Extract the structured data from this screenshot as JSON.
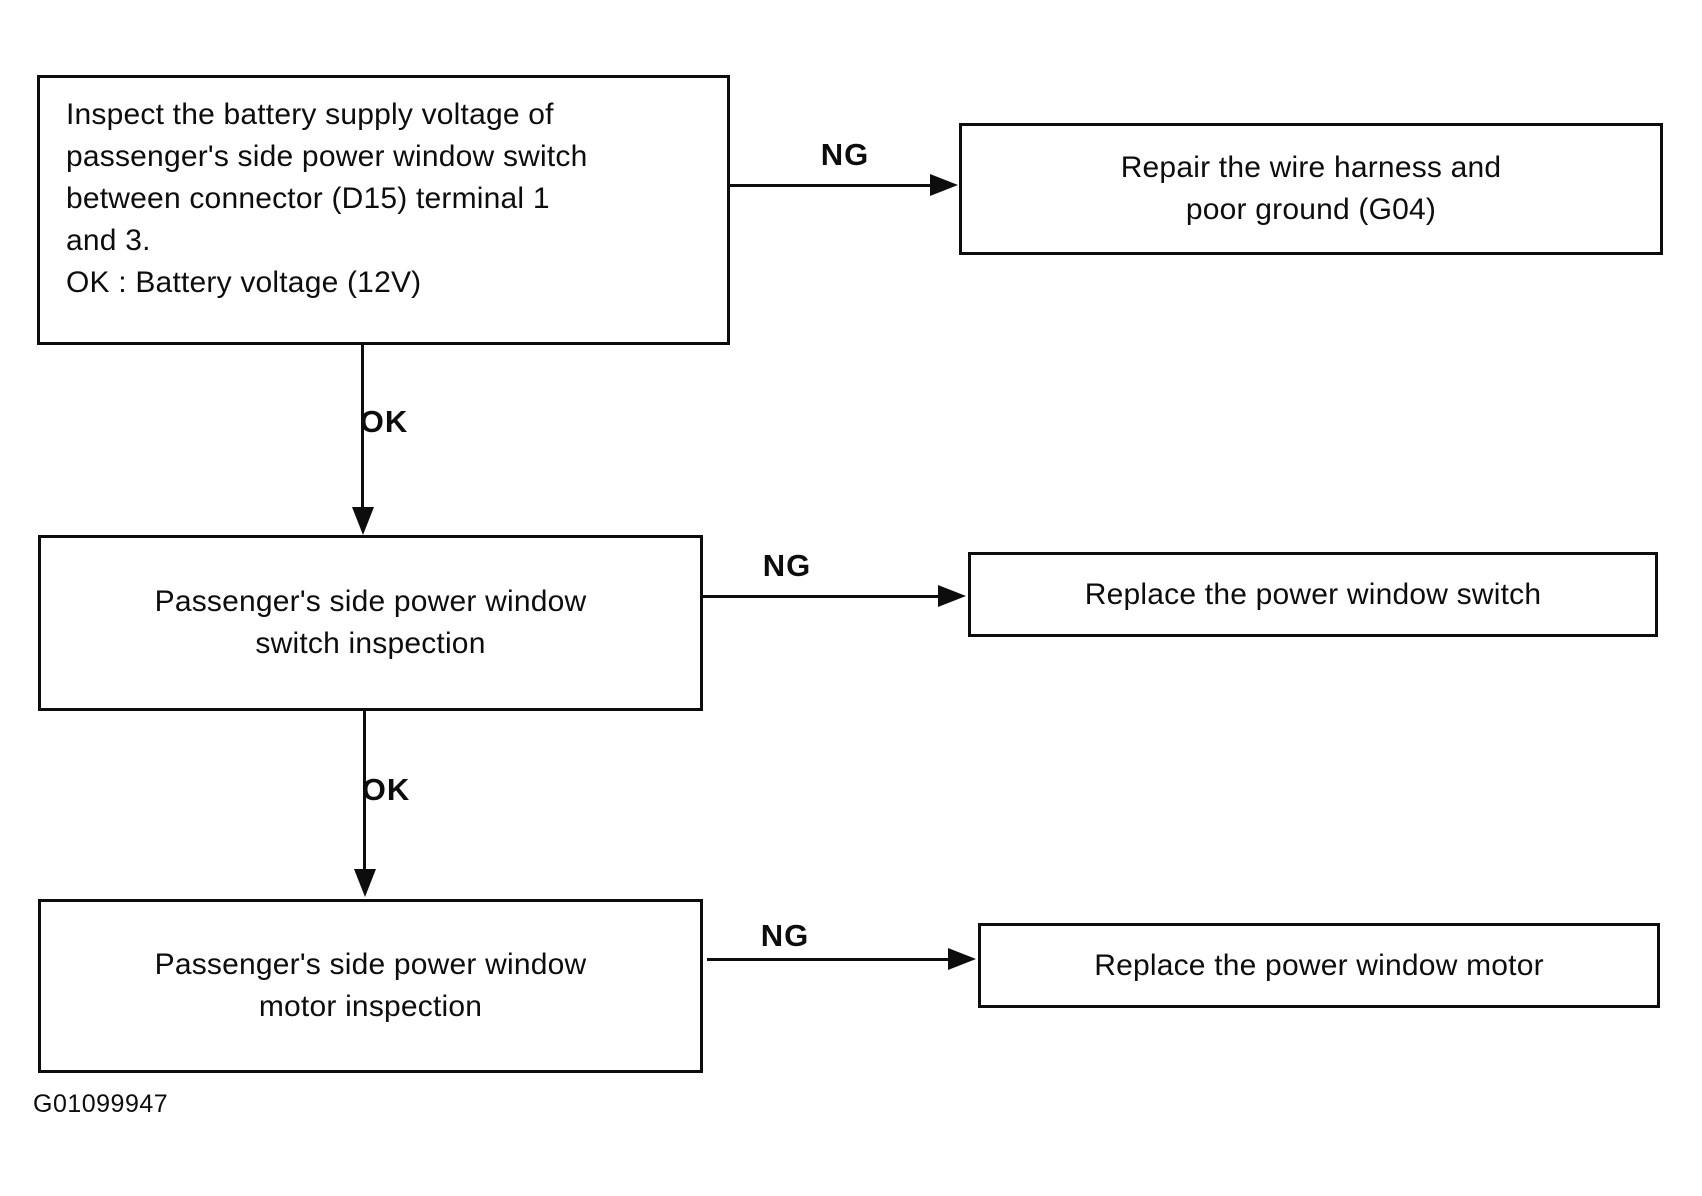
{
  "diagram": {
    "type": "flowchart",
    "title_implicit": "Power window diagnostic flowchart",
    "figure_code": "G01099947",
    "colors": {
      "line": "#0d0d0d",
      "text": "#0d0d0d",
      "background": "#ffffff"
    },
    "nodes": {
      "inspect_battery": {
        "lines": [
          "Inspect the battery supply voltage of",
          "passenger's side power window switch",
          "between connector (D15) terminal 1",
          "and 3.",
          "OK : Battery voltage (12V)"
        ]
      },
      "repair_harness": {
        "lines": [
          "Repair the wire harness and",
          "poor ground (G04)"
        ]
      },
      "switch_inspection": {
        "lines": [
          "Passenger's side power window",
          "switch inspection"
        ]
      },
      "replace_switch": {
        "lines": [
          "Replace the power window switch"
        ]
      },
      "motor_inspection": {
        "lines": [
          "Passenger's side power window",
          "motor inspection"
        ]
      },
      "replace_motor": {
        "lines": [
          "Replace the power window motor"
        ]
      }
    },
    "edges": [
      {
        "from": "inspect_battery",
        "to": "repair_harness",
        "label": "NG",
        "direction": "right"
      },
      {
        "from": "inspect_battery",
        "to": "switch_inspection",
        "label": "OK",
        "direction": "down"
      },
      {
        "from": "switch_inspection",
        "to": "replace_switch",
        "label": "NG",
        "direction": "right"
      },
      {
        "from": "switch_inspection",
        "to": "motor_inspection",
        "label": "OK",
        "direction": "down"
      },
      {
        "from": "motor_inspection",
        "to": "replace_motor",
        "label": "NG",
        "direction": "right"
      }
    ]
  }
}
